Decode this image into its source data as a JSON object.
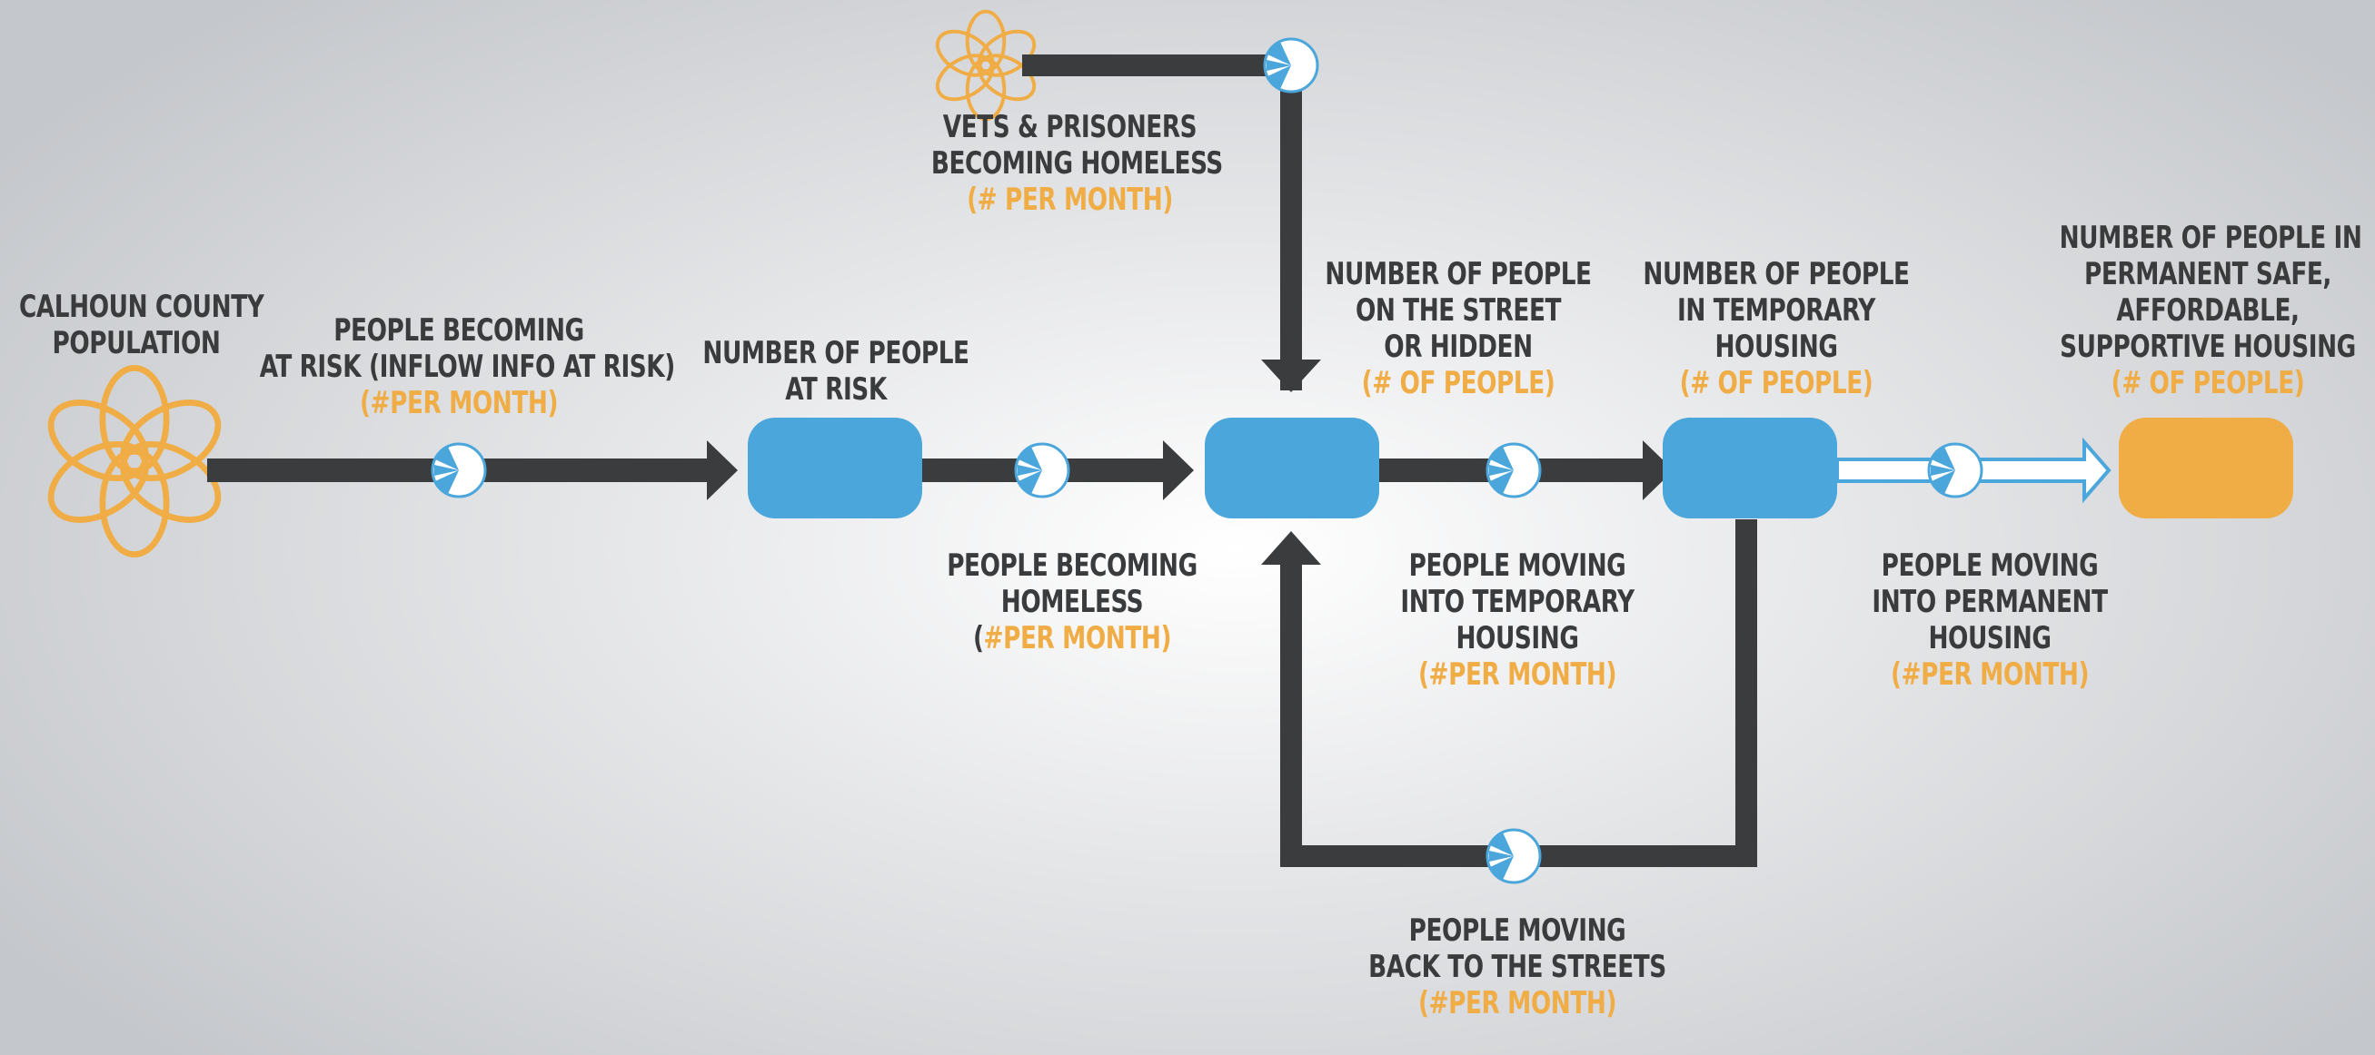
{
  "colors": {
    "flow_dark": "#3b3c3e",
    "stock_blue": "#4ba6dc",
    "stock_orange": "#f0ad45",
    "text_dark": "#3a3b3d",
    "accent_orange": "#f0ad45"
  },
  "icons": {
    "source_population": "cloud-source-icon",
    "source_vets": "cloud-source-icon",
    "valve": "valve-icon"
  },
  "labels": {
    "population": {
      "l1": "CALHOUN COUNTY",
      "l2": "POPULATION"
    },
    "becoming_at_risk": {
      "l1": "PEOPLE BECOMING",
      "l2": "AT RISK (INFLOW INFO AT RISK)",
      "rate": "(#PER MONTH)"
    },
    "at_risk_stock": {
      "l1": "NUMBER OF PEOPLE",
      "l2": "AT RISK"
    },
    "vets_prisoners": {
      "l1": "VETS & PRISONERS",
      "l2": "BECOMING HOMELESS",
      "rate": "(# PER MONTH)"
    },
    "becoming_homeless": {
      "l1": "PEOPLE BECOMING",
      "l2": "HOMELESS",
      "rate_open": "(",
      "rate": "#PER MONTH)"
    },
    "street_stock": {
      "l1": "NUMBER OF PEOPLE",
      "l2": "ON THE STREET",
      "l3": "OR HIDDEN",
      "count": "(# OF PEOPLE)"
    },
    "temporary_stock": {
      "l1": "NUMBER OF PEOPLE",
      "l2": "IN TEMPORARY",
      "l3": "HOUSING",
      "count": "(# OF PEOPLE)"
    },
    "permanent_stock": {
      "l1": "NUMBER OF PEOPLE IN",
      "l2": "PERMANENT SAFE,",
      "l3": "AFFORDABLE,",
      "l4": "SUPPORTIVE HOUSING",
      "count": "(# OF PEOPLE)"
    },
    "into_temporary": {
      "l1": "PEOPLE MOVING",
      "l2": "INTO TEMPORARY",
      "l3": "HOUSING",
      "rate": "(#PER MONTH)"
    },
    "into_permanent": {
      "l1": "PEOPLE MOVING",
      "l2": "INTO PERMANENT",
      "l3": "HOUSING",
      "rate": "(#PER MONTH)"
    },
    "back_to_streets": {
      "l1": "PEOPLE MOVING",
      "l2": "BACK TO THE STREETS",
      "rate": "(#PER MONTH)"
    }
  }
}
